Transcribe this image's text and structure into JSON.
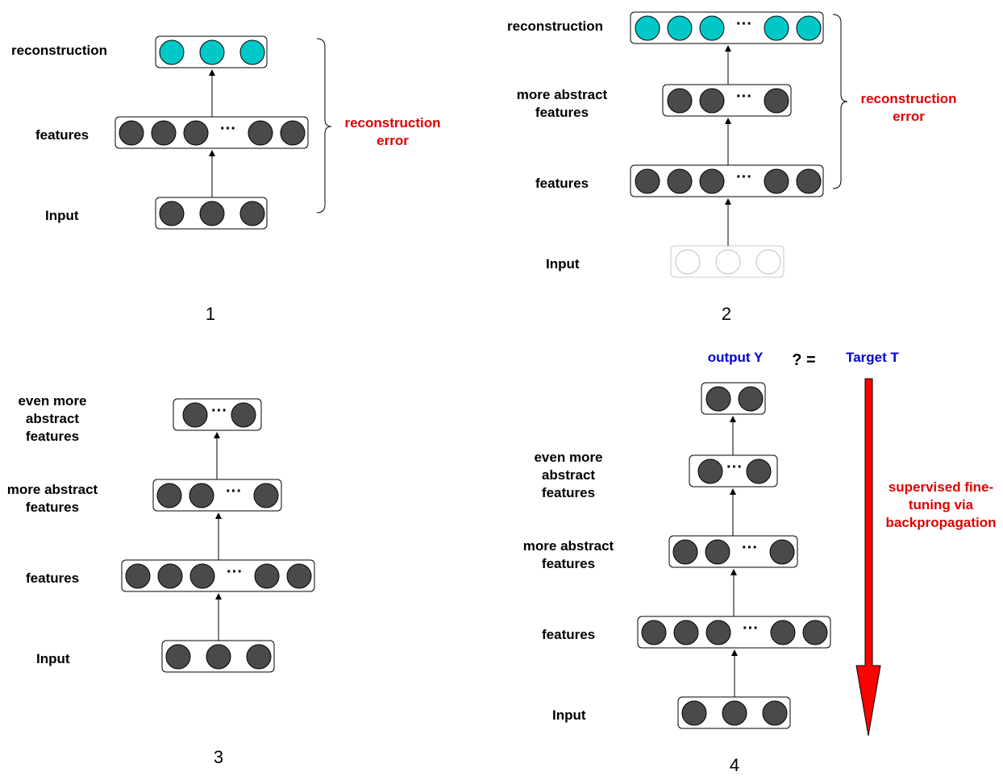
{
  "colors": {
    "node_dark": "#4a4a4a",
    "node_cyan": "#00c8c8",
    "node_empty": "#ffffff",
    "accent_red": "#e00000",
    "accent_blue": "#0000cc",
    "arrow_red": "#ff0000"
  },
  "panel1": {
    "number": "1",
    "label_reconstruction": "reconstruction",
    "label_features": "features",
    "label_input": "Input",
    "error_line1": "reconstruction",
    "error_line2": "error"
  },
  "panel2": {
    "number": "2",
    "label_reconstruction": "reconstruction",
    "label_more_abstract_1": "more abstract",
    "label_more_abstract_2": "features",
    "label_features": "features",
    "label_input": "Input",
    "error_line1": "reconstruction",
    "error_line2": "error"
  },
  "panel3": {
    "number": "3",
    "label_even_more_1": "even more",
    "label_even_more_2": "abstract",
    "label_even_more_3": "features",
    "label_more_abstract_1": "more abstract",
    "label_more_abstract_2": "features",
    "label_features": "features",
    "label_input": "Input"
  },
  "panel4": {
    "number": "4",
    "output_label": "output Y",
    "compare_label": "? =",
    "target_label": "Target T",
    "label_even_more_1": "even more",
    "label_even_more_2": "abstract",
    "label_even_more_3": "features",
    "label_more_abstract_1": "more abstract",
    "label_more_abstract_2": "features",
    "label_features": "features",
    "label_input": "Input",
    "finetune_line1": "supervised fine-",
    "finetune_line2": "tuning via",
    "finetune_line3": "backpropagation"
  },
  "ellipsis": "···"
}
